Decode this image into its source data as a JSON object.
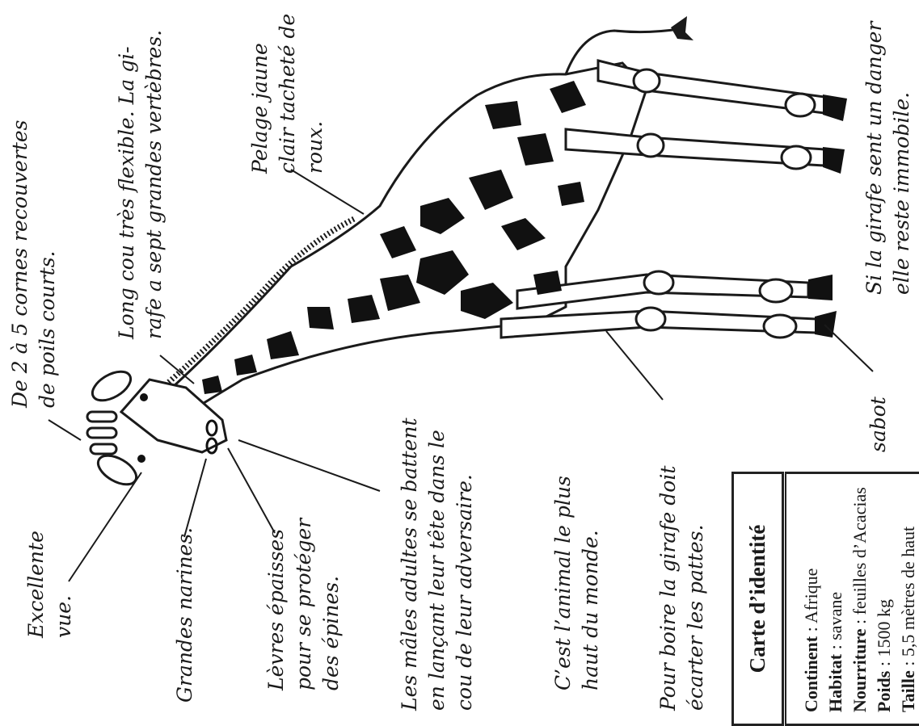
{
  "labels": {
    "cornes": [
      "De 2 à 5 cornes recouvertes",
      "de poils courts."
    ],
    "cou": [
      "Long  cou très flexible.  La gi-",
      "rafe a sept grandes vertèbres."
    ],
    "pelage": [
      "Pelage jaune",
      "clair tacheté de",
      "roux."
    ],
    "danger": [
      "Si la girafe sent un danger",
      "elle reste immobile."
    ],
    "vue": [
      "Excellente",
      "vue."
    ],
    "narines": [
      "Grandes narines."
    ],
    "levres": [
      "Lèvres épaisses",
      "pour se protéger",
      "des épines."
    ],
    "males": [
      "Les mâles adultes se battent",
      "en lançant leur tête dans le",
      "cou de leur adversaire."
    ],
    "haut": [
      "C’est l’animal le plus",
      "haut du monde."
    ],
    "boire": [
      "Pour boire la girafe doit",
      "écarter les pattes."
    ],
    "sabot": [
      "sabot"
    ]
  },
  "card": {
    "title": "Carte d’identité",
    "rows": [
      {
        "key": "Continent",
        "sep": " : ",
        "value": "Afrique"
      },
      {
        "key": "Habitat",
        "sep": " : ",
        "value": "savane"
      },
      {
        "key": "Nourriture",
        "sep": " : ",
        "value": "feuilles d’Acacias"
      },
      {
        "key": "Poids",
        "sep": " : ",
        "value": "1500 kg"
      },
      {
        "key": "Taille",
        "sep": " : ",
        "value": "5,5 mètres de haut"
      }
    ]
  },
  "colors": {
    "ink": "#1a1a1a",
    "spot": "#111111",
    "paper": "#ffffff"
  }
}
